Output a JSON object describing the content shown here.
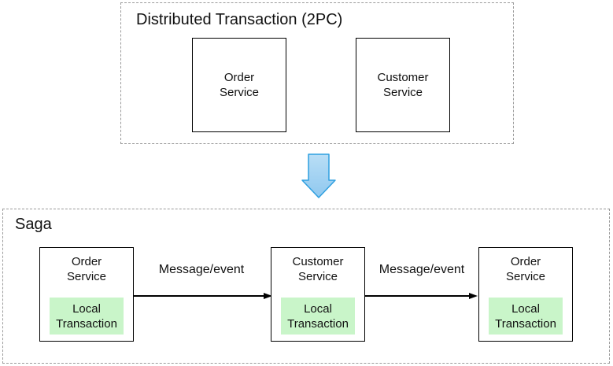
{
  "colors": {
    "bg": "#ffffff",
    "text": "#111111",
    "border_dashed": "#9a9a9a",
    "node_border": "#000000",
    "connector": "#000000",
    "green_fill": "#c9f5c9",
    "arrow_fill_top": "#b9def6",
    "arrow_fill_bottom": "#8fc8ef",
    "arrow_stroke": "#2e9fe0"
  },
  "two_pc": {
    "title": "Distributed Transaction (2PC)",
    "nodes": [
      {
        "label": "Order\nService"
      },
      {
        "label": "Customer\nService"
      }
    ]
  },
  "saga": {
    "title": "Saga",
    "nodes": [
      {
        "service": "Order\nService",
        "local_transaction": "Local\nTransaction"
      },
      {
        "service": "Customer\nService",
        "local_transaction": "Local\nTransaction"
      },
      {
        "service": "Order\nService",
        "local_transaction": "Local\nTransaction"
      }
    ],
    "connectors": [
      {
        "label": "Message/event"
      },
      {
        "label": "Message/event"
      }
    ]
  }
}
